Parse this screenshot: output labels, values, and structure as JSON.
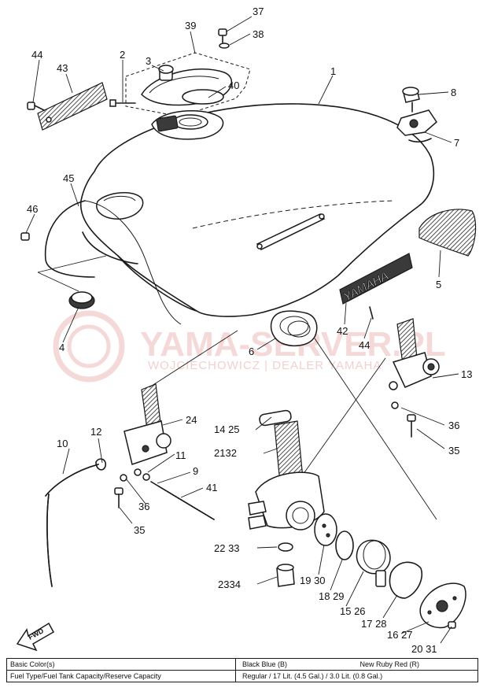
{
  "callouts": {
    "c1": "1",
    "c2": "2",
    "c3": "3",
    "c4": "4",
    "c5": "5",
    "c6": "6",
    "c7": "7",
    "c8": "8",
    "c9": "9",
    "c10": "10",
    "c11": "11",
    "c12": "12",
    "c13": "13",
    "c14_25": "14 25",
    "c15_26": "15 26",
    "c16_27": "16 27",
    "c17_28": "17 28",
    "c18_29": "18 29",
    "c19_30": "19 30",
    "c20_31": "20 31",
    "c21_32": "2132",
    "c22_33": "22 33",
    "c23_34": "2334",
    "c24": "24",
    "c35a": "35",
    "c35b": "35",
    "c36a": "36",
    "c36b": "36",
    "c37": "37",
    "c38": "38",
    "c39": "39",
    "c40": "40",
    "c41": "41",
    "c42": "42",
    "c43": "43",
    "c44a": "44",
    "c44b": "44",
    "c45": "45",
    "c46": "46"
  },
  "emblem_text": "YAMAHA",
  "fwd_label": "FWD",
  "watermark": {
    "main": "YAMA-SERVER.PL",
    "sub": "WOJCIECHOWICZ | DEALER YAMAHA"
  },
  "info_table": {
    "row1_label": "Basic Color(s)",
    "row1_value_a": "Black Blue (B)",
    "row1_value_b": "New Ruby Red (R)",
    "row2_label": "Fuel Type/Fuel Tank Capacity/Reserve Capacity",
    "row2_value": "Regular / 17 Lit. (4.5 Gal.) / 3.0 Lit. (0.8 Gal.)"
  },
  "colors": {
    "line": "#1a1a1a",
    "watermark": "#e9a9a9"
  }
}
